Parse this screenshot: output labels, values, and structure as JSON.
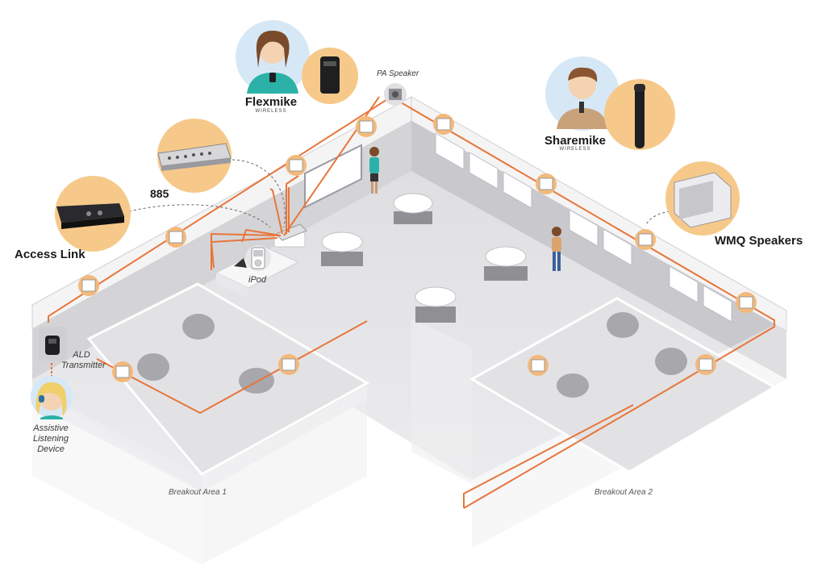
{
  "labels": {
    "flexmike": "Flexmike",
    "flexmike_sub": "WIRELESS",
    "sharemike": "Sharemike",
    "sharemike_sub": "WIRELESS",
    "pa_speaker": "PA Speaker",
    "model_885": "885",
    "access_link": "Access Link",
    "wmq_speakers": "WMQ Speakers",
    "ipod": "iPod",
    "ald_transmitter_line1": "ALD",
    "ald_transmitter_line2": "Transmitter",
    "assistive_line1": "Assistive",
    "assistive_line2": "Listening",
    "assistive_line3": "Device",
    "breakout_1": "Breakout Area 1",
    "breakout_2": "Breakout Area 2"
  },
  "colors": {
    "cable": "#e8753a",
    "badge": "#f6c98a",
    "ring": "#f3b97b",
    "floor": "#e6e6e8",
    "wall": "#d4d4d7",
    "wall_top": "#f2f2f3",
    "avatar_bg": "#d6e8f6"
  }
}
